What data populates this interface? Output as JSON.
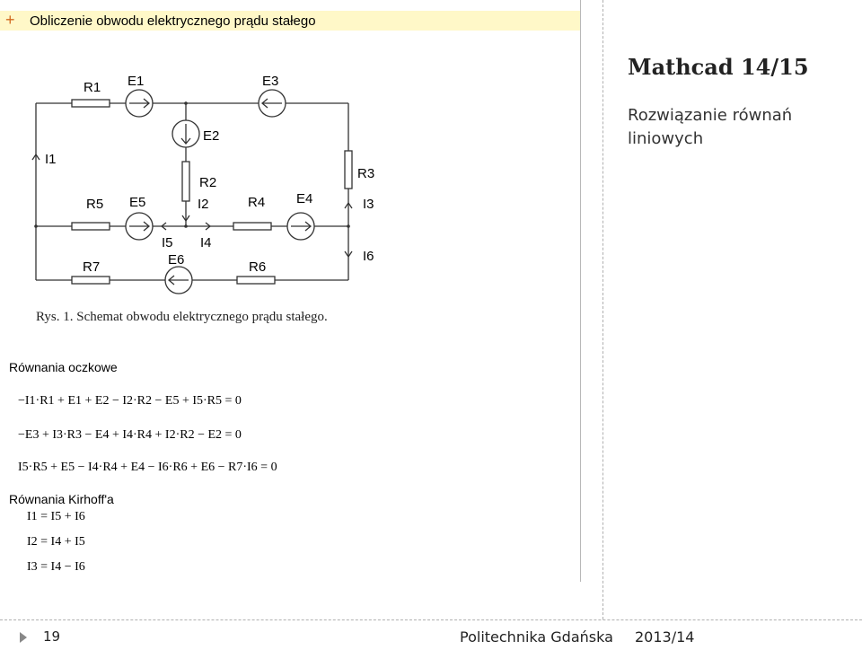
{
  "document": {
    "header_plus": "+",
    "header_title": "Obliczenie obwodu elektrycznego prądu stałego",
    "circuit_labels": {
      "R1": "R1",
      "E1": "E1",
      "E3": "E3",
      "E2": "E2",
      "I1": "I1",
      "R3": "R3",
      "R2": "R2",
      "I2": "I2",
      "R4": "R4",
      "E4": "E4",
      "I3": "I3",
      "R5": "R5",
      "E5": "E5",
      "I5": "I5",
      "I4": "I4",
      "I6": "I6",
      "R7": "R7",
      "E6": "E6",
      "R6": "R6"
    },
    "caption": "Rys. 1. Schemat obwodu elektrycznego prądu stałego.",
    "loop_section_title": "Równania oczkowe",
    "loop_equations": [
      "−I1·R1 + E1 + E2 − I2·R2 − E5 + I5·R5 = 0",
      "−E3 + I3·R3 − E4 + I4·R4 + I2·R2 − E2 = 0",
      "I5·R5 + E5 − I4·R4 + E4 − I6·R6 + E6 − R7·I6 = 0"
    ],
    "kirchhoff_section_title": "Równania Kirhoff'a",
    "kirchhoff_equations": [
      "I1 = I5 + I6",
      "I2 = I4 + I5",
      "I3 = I4 − I6"
    ]
  },
  "slide": {
    "title": "Mathcad 14/15",
    "subtitle": "Rozwiązanie równań liniowych"
  },
  "footer": {
    "page_number": "19",
    "institution": "Politechnika Gdańska",
    "year": "2013/14"
  }
}
